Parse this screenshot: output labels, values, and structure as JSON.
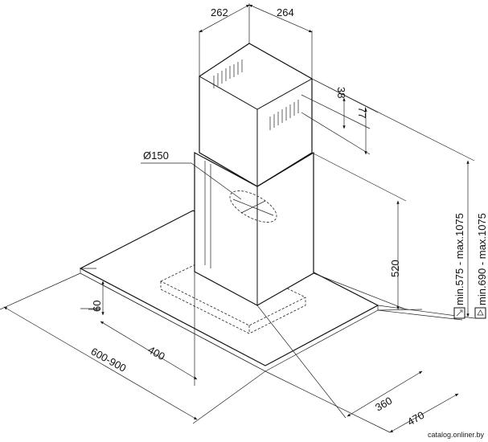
{
  "dimensions": {
    "chimney_width": "262",
    "chimney_depth": "264",
    "vent_top_offset": "38",
    "vent_height": "77",
    "outlet_diameter": "Ø150",
    "lower_section_height": "520",
    "glass_thickness": "60",
    "chimney_offset": "400",
    "glass_width": "600-900",
    "chimney_depth_from_wall": "360",
    "glass_depth": "470",
    "height_range_1": "min.575 - max.1075",
    "height_range_2": "min.690 - max.1075"
  },
  "icons": {
    "height_icon_1": "electric-hob-icon",
    "height_icon_2": "gas-hob-icon"
  },
  "watermark": "catalog.onliner.by"
}
